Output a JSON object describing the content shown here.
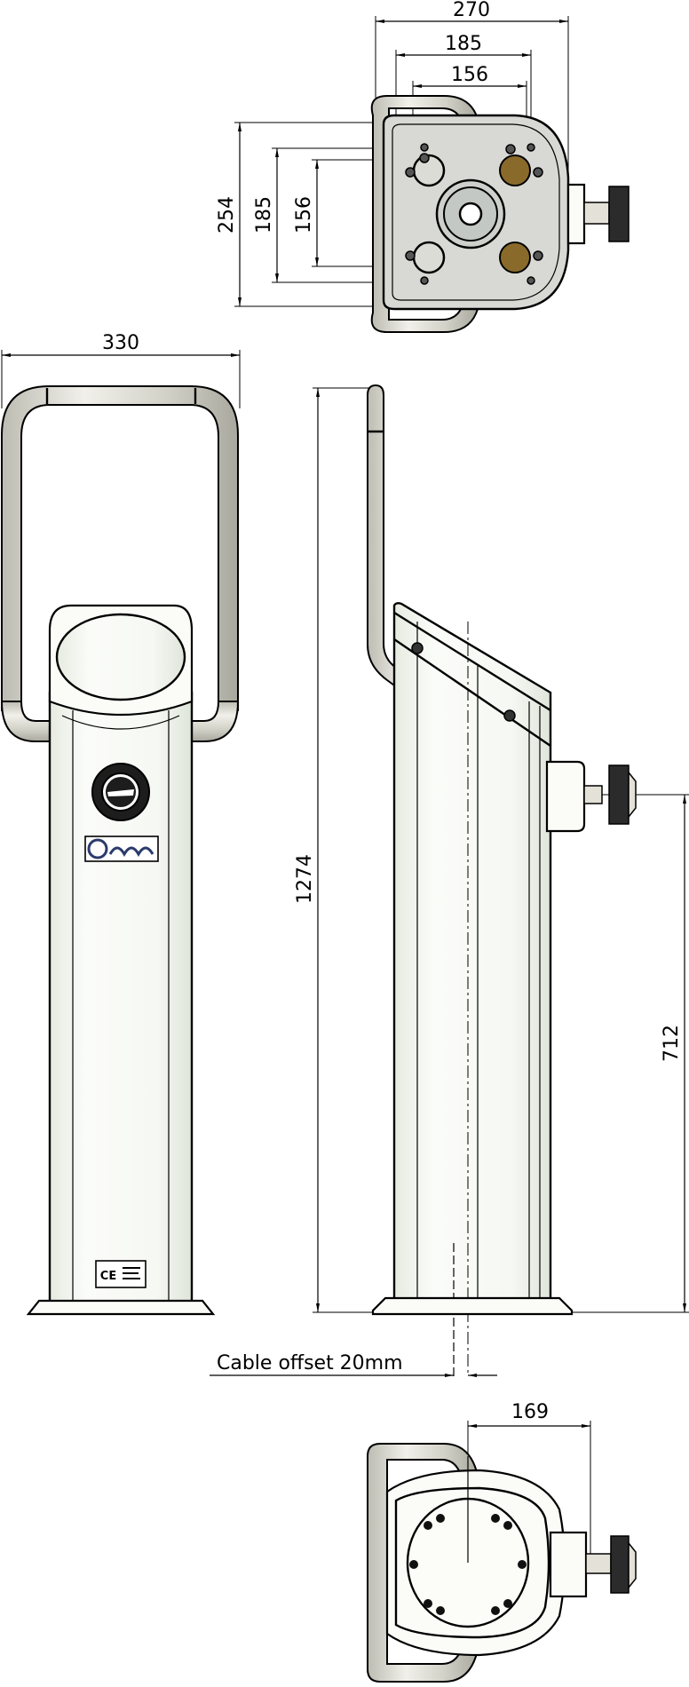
{
  "drawing": {
    "title": "Mounting post technical drawing - front, side, top and bottom views",
    "units": "mm"
  },
  "top_view": {
    "dimensions": {
      "overall_width": "270",
      "bolt_pattern_outer_width": "185",
      "bolt_pattern_inner_width": "156",
      "overall_depth": "254",
      "bolt_pattern_outer_depth": "185",
      "bolt_pattern_inner_depth": "156"
    }
  },
  "front_view": {
    "dimensions": {
      "overall_width": "330"
    },
    "labels": {
      "badge": "round emblem",
      "logo": "brand logo plate",
      "ce_label": "CE"
    }
  },
  "side_view": {
    "dimensions": {
      "overall_height": "1274",
      "connector_height": "712"
    }
  },
  "notes": {
    "cable_offset": "Cable offset 20mm"
  },
  "bottom_view": {
    "dimensions": {
      "cable_to_connector": "169"
    }
  },
  "colors": {
    "line": "#000000",
    "tube": "#d6d5cc",
    "body": "#f4f6f0",
    "plate": "#d8d9d4",
    "brass": "#8a6a2a",
    "background": "#ffffff"
  }
}
